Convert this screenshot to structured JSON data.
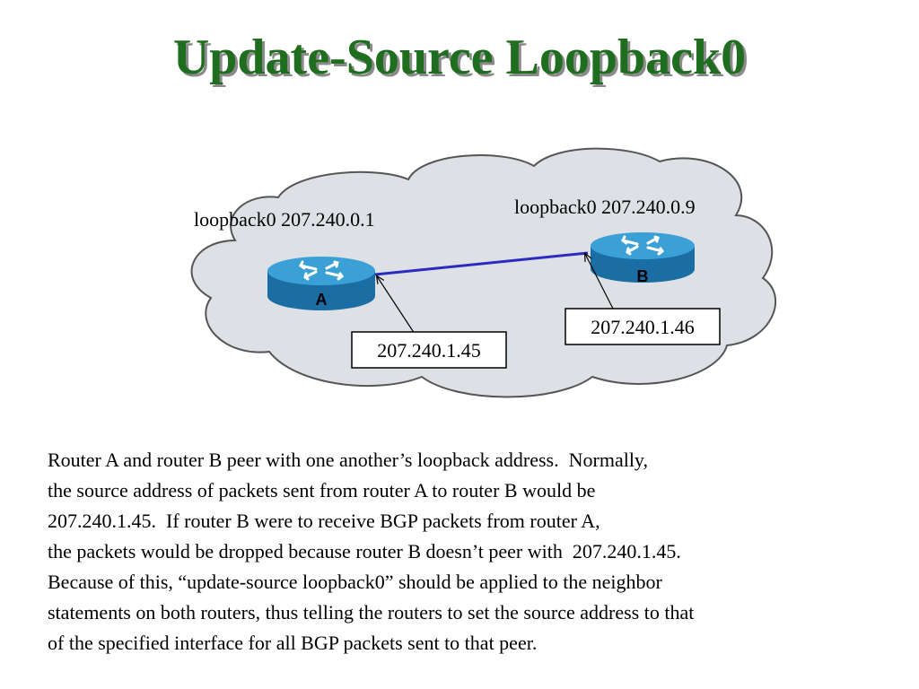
{
  "slide": {
    "title": "Update-Source Loopback0"
  },
  "diagram": {
    "router_a": {
      "letter": "A",
      "loopback_label": "loopback0 207.240.0.1",
      "interface_ip": "207.240.1.45"
    },
    "router_b": {
      "letter": "B",
      "loopback_label": "loopback0 207.240.0.9",
      "interface_ip": "207.240.1.46"
    },
    "colors": {
      "title": "#1f6e1f",
      "cloud_fill": "#dde1e6",
      "cloud_stroke": "#555555",
      "router_body": "#1f7fb5",
      "router_top": "#3aa0d6",
      "link": "#2b2bbf"
    }
  },
  "description": {
    "lines": [
      "Router A and router B peer with one another’s loopback address.  Normally,",
      "the source address of packets sent from router A to router B would be",
      "207.240.1.45.  If router B were to receive BGP packets from router A,",
      "the packets would be dropped because router B doesn’t peer with  207.240.1.45.",
      "Because of this, “update-source loopback0” should be applied to the neighbor",
      "statements on both routers, thus telling the routers to set the source address to that",
      "of the specified interface for all BGP packets sent to that peer."
    ]
  }
}
